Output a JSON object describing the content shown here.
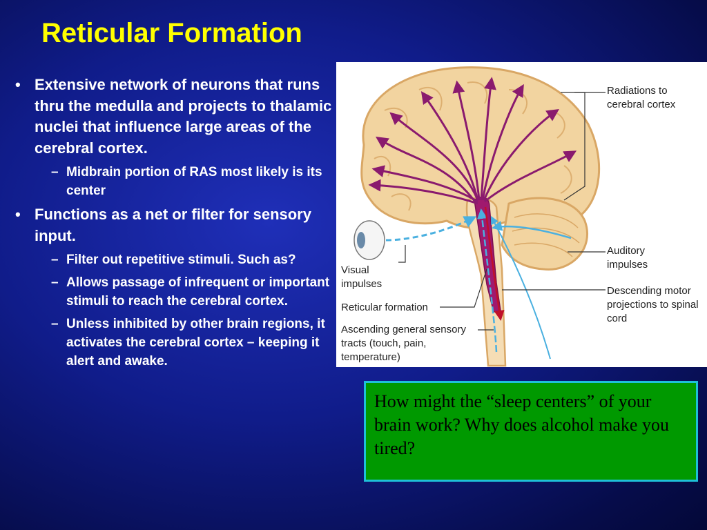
{
  "slide": {
    "title": "Reticular Formation",
    "bullets": [
      {
        "text": "Extensive network of neurons that runs thru the medulla and projects to thalamic nuclei that influence large areas of the cerebral cortex.",
        "subs": [
          "Midbrain portion of RAS most likely is its center"
        ]
      },
      {
        "text": "Functions as a net or filter for sensory input.",
        "subs": [
          "Filter out repetitive stimuli. Such as?",
          "Allows passage of infrequent or important stimuli to reach the cerebral cortex.",
          "Unless inhibited by other brain regions, it activates the cerebral cortex – keeping it alert and awake."
        ]
      }
    ],
    "bullet_mark": "•",
    "sub_mark": "–",
    "figure": {
      "labels": {
        "radiations": "Radiations to cerebral cortex",
        "auditory": "Auditory impulses",
        "descending": "Descending motor projections to spinal cord",
        "visual": "Visual impulses",
        "reticular": "Reticular formation",
        "ascending": "Ascending general sensory tracts (touch, pain, temperature)"
      },
      "colors": {
        "brain": "#f2d4a0",
        "brain_outline": "#d9a765",
        "radiation_arrows": "#8a1a6e",
        "sensory_arrows": "#4ab0e0",
        "reticular": "#a0196e"
      }
    },
    "question": "How might the “sleep centers” of your brain work? Why does alcohol make you tired?"
  }
}
